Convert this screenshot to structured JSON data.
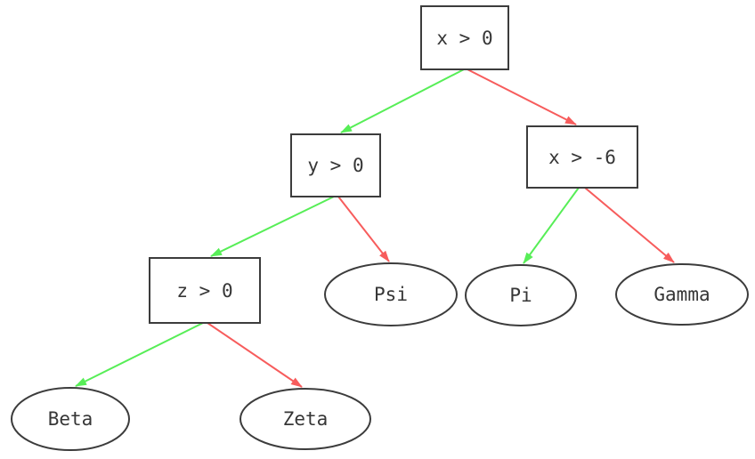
{
  "diagram": {
    "type": "binary-decision-tree",
    "background_color": "#ffffff",
    "colors": {
      "green_edge": "#57ee57",
      "red_edge": "#f75c5c",
      "node_border": "#3c3c3c",
      "text": "#363636"
    },
    "nodes": {
      "root": {
        "label": "x > 0",
        "shape": "box"
      },
      "y_check": {
        "label": "y > 0",
        "shape": "box"
      },
      "x_neg6_check": {
        "label": "x > -6",
        "shape": "box"
      },
      "z_check": {
        "label": "z > 0",
        "shape": "box"
      },
      "psi": {
        "label": "Psi",
        "shape": "ellipse"
      },
      "pi": {
        "label": "Pi",
        "shape": "ellipse"
      },
      "gamma": {
        "label": "Gamma",
        "shape": "ellipse"
      },
      "beta": {
        "label": "Beta",
        "shape": "ellipse"
      },
      "zeta": {
        "label": "Zeta",
        "shape": "ellipse"
      }
    },
    "edges": [
      {
        "from": "x > 0",
        "to": "y > 0",
        "branch": "true",
        "color": "green"
      },
      {
        "from": "x > 0",
        "to": "x > -6",
        "branch": "false",
        "color": "red"
      },
      {
        "from": "y > 0",
        "to": "z > 0",
        "branch": "true",
        "color": "green"
      },
      {
        "from": "y > 0",
        "to": "Psi",
        "branch": "false",
        "color": "red"
      },
      {
        "from": "x > -6",
        "to": "Pi",
        "branch": "true",
        "color": "green"
      },
      {
        "from": "x > -6",
        "to": "Gamma",
        "branch": "false",
        "color": "red"
      },
      {
        "from": "z > 0",
        "to": "Beta",
        "branch": "true",
        "color": "green"
      },
      {
        "from": "z > 0",
        "to": "Zeta",
        "branch": "false",
        "color": "red"
      }
    ]
  }
}
